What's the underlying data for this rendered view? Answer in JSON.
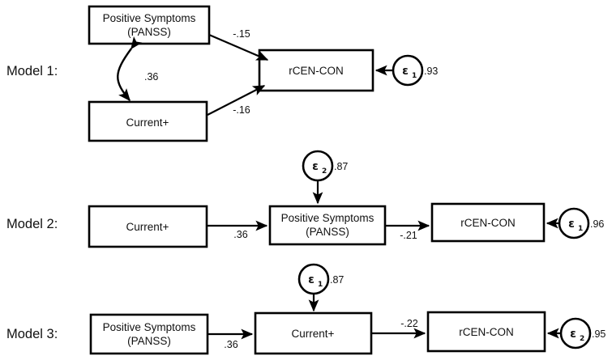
{
  "figure": {
    "type": "path-diagram",
    "background": "#ffffff",
    "stroke_color": "#000000"
  },
  "models": [
    {
      "label": "Model 1:",
      "nodes": [
        {
          "id": "m1-panss",
          "label_line1": "Positive Symptoms",
          "label_line2": "(PANSS)",
          "shape": "rect"
        },
        {
          "id": "m1-current",
          "label_line1": "Current+",
          "label_line2": "",
          "shape": "rect"
        },
        {
          "id": "m1-rcen",
          "label_line1": "rCEN-CON",
          "label_line2": "",
          "shape": "rect"
        },
        {
          "id": "m1-eps1",
          "label_line1": "ε",
          "subscript": "1",
          "shape": "circle"
        }
      ],
      "paths": [
        {
          "from": "m1-panss",
          "to": "m1-rcen",
          "coefficient": "-.15",
          "kind": "directed"
        },
        {
          "from": "m1-current",
          "to": "m1-rcen",
          "coefficient": "-.16",
          "kind": "directed"
        },
        {
          "from": "m1-panss",
          "to": "m1-current",
          "coefficient": ".36",
          "kind": "covariance"
        },
        {
          "from": "m1-eps1",
          "to": "m1-rcen",
          "coefficient": ".93",
          "kind": "error"
        }
      ]
    },
    {
      "label": "Model 2:",
      "nodes": [
        {
          "id": "m2-current",
          "label_line1": "Current+",
          "label_line2": "",
          "shape": "rect"
        },
        {
          "id": "m2-panss",
          "label_line1": "Positive Symptoms",
          "label_line2": "(PANSS)",
          "shape": "rect"
        },
        {
          "id": "m2-rcen",
          "label_line1": "rCEN-CON",
          "label_line2": "",
          "shape": "rect"
        },
        {
          "id": "m2-eps2",
          "label_line1": "ε",
          "subscript": "2",
          "shape": "circle"
        },
        {
          "id": "m2-eps1",
          "label_line1": "ε",
          "subscript": "1",
          "shape": "circle"
        }
      ],
      "paths": [
        {
          "from": "m2-current",
          "to": "m2-panss",
          "coefficient": ".36",
          "kind": "directed"
        },
        {
          "from": "m2-panss",
          "to": "m2-rcen",
          "coefficient": "-.21",
          "kind": "directed"
        },
        {
          "from": "m2-eps2",
          "to": "m2-panss",
          "coefficient": ".87",
          "kind": "error"
        },
        {
          "from": "m2-eps1",
          "to": "m2-rcen",
          "coefficient": ".96",
          "kind": "error"
        }
      ]
    },
    {
      "label": "Model 3:",
      "nodes": [
        {
          "id": "m3-panss",
          "label_line1": "Positive Symptoms",
          "label_line2": "(PANSS)",
          "shape": "rect"
        },
        {
          "id": "m3-current",
          "label_line1": "Current+",
          "label_line2": "",
          "shape": "rect"
        },
        {
          "id": "m3-rcen",
          "label_line1": "rCEN-CON",
          "label_line2": "",
          "shape": "rect"
        },
        {
          "id": "m3-eps1",
          "label_line1": "ε",
          "subscript": "1",
          "shape": "circle"
        },
        {
          "id": "m3-eps2",
          "label_line1": "ε",
          "subscript": "2",
          "shape": "circle"
        }
      ],
      "paths": [
        {
          "from": "m3-panss",
          "to": "m3-current",
          "coefficient": ".36",
          "kind": "directed"
        },
        {
          "from": "m3-current",
          "to": "m3-rcen",
          "coefficient": "-.22",
          "kind": "directed"
        },
        {
          "from": "m3-eps1",
          "to": "m3-current",
          "coefficient": ".87",
          "kind": "error"
        },
        {
          "from": "m3-eps2",
          "to": "m3-rcen",
          "coefficient": ".95",
          "kind": "error"
        }
      ]
    }
  ]
}
